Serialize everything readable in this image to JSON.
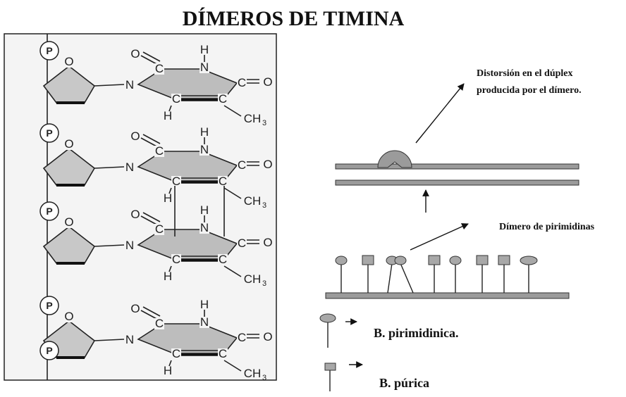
{
  "title": "DÍMEROS DE TIMINA",
  "structure": {
    "phosphate_label": "P",
    "atoms": {
      "oxygen": "O",
      "nitrogen": "N",
      "carbon": "C",
      "hydrogen": "H",
      "methyl": "CH",
      "methyl_sub": "3"
    }
  },
  "schematic": {
    "distortion_label_line1": "Distorsión en el dúplex",
    "distortion_label_line2": "producida por el dímero.",
    "dimer_label": "Dímero de pirimidinas",
    "bases": [
      "pyrimidine",
      "purine",
      "pyrimidine",
      "pyrimidine",
      "purine",
      "pyrimidine",
      "purine",
      "purine",
      "pyrimidine"
    ]
  },
  "legend": {
    "pyrimidine": "B. pirimidinica.",
    "purine": "B. púrica"
  }
}
